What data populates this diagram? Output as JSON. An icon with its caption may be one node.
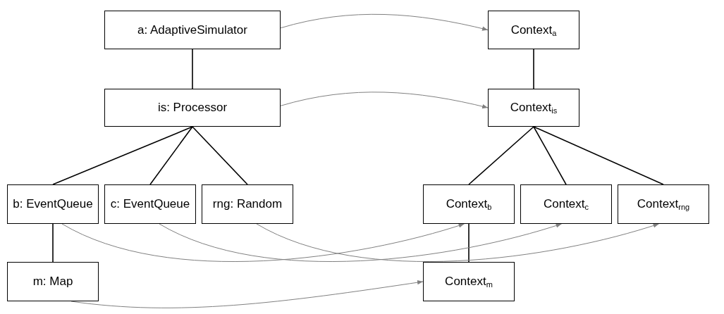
{
  "diagram": {
    "nodes": [
      {
        "text": [
          "a: AdaptiveSimulator"
        ]
      },
      {
        "text": [
          "is: Processor"
        ]
      },
      {
        "text": [
          "b: EventQueue"
        ]
      },
      {
        "text": [
          "c: EventQueue"
        ]
      },
      {
        "text": [
          "rng: Random"
        ]
      },
      {
        "text": [
          "m: Map"
        ]
      },
      {
        "text": [
          "Context$_{a}$"
        ]
      },
      {
        "text": [
          "Context$_{is}$"
        ]
      },
      {
        "text": [
          "Context$_{b}$"
        ]
      },
      {
        "text": [
          "Context$_{c}$"
        ]
      },
      {
        "text": [
          "Context$_{rng}$"
        ]
      },
      {
        "text": [
          "Context$_{m}$"
        ]
      }
    ],
    "edges": [
      {
        "from": 0,
        "to": 1,
        "arrow": "none"
      },
      {
        "from": 1,
        "to": 2,
        "arrow": "none"
      },
      {
        "from": 1,
        "to": 3,
        "arrow": "none"
      },
      {
        "from": 1,
        "to": 4,
        "arrow": "none"
      },
      {
        "from": 2,
        "to": 5,
        "arrow": "none"
      },
      {
        "from": 6,
        "to": 7,
        "arrow": "none"
      },
      {
        "from": 7,
        "to": 8,
        "arrow": "none"
      },
      {
        "from": 7,
        "to": 9,
        "arrow": "none"
      },
      {
        "from": 7,
        "to": 10,
        "arrow": "none"
      },
      {
        "from": 8,
        "to": 11,
        "arrow": "none"
      },
      {
        "from": 0,
        "to": 6,
        "arrow": "to",
        "color": "#808080"
      },
      {
        "from": 1,
        "to": 7,
        "arrow": "to",
        "color": "#808080"
      },
      {
        "from": 2,
        "to": 8,
        "arrow": "to",
        "color": "#808080"
      },
      {
        "from": 3,
        "to": 9,
        "arrow": "to",
        "color": "#808080"
      },
      {
        "from": 4,
        "to": 10,
        "arrow": "to",
        "color": "#808080"
      },
      {
        "from": 5,
        "to": 11,
        "arrow": "to",
        "color": "#808080"
      }
    ]
  }
}
